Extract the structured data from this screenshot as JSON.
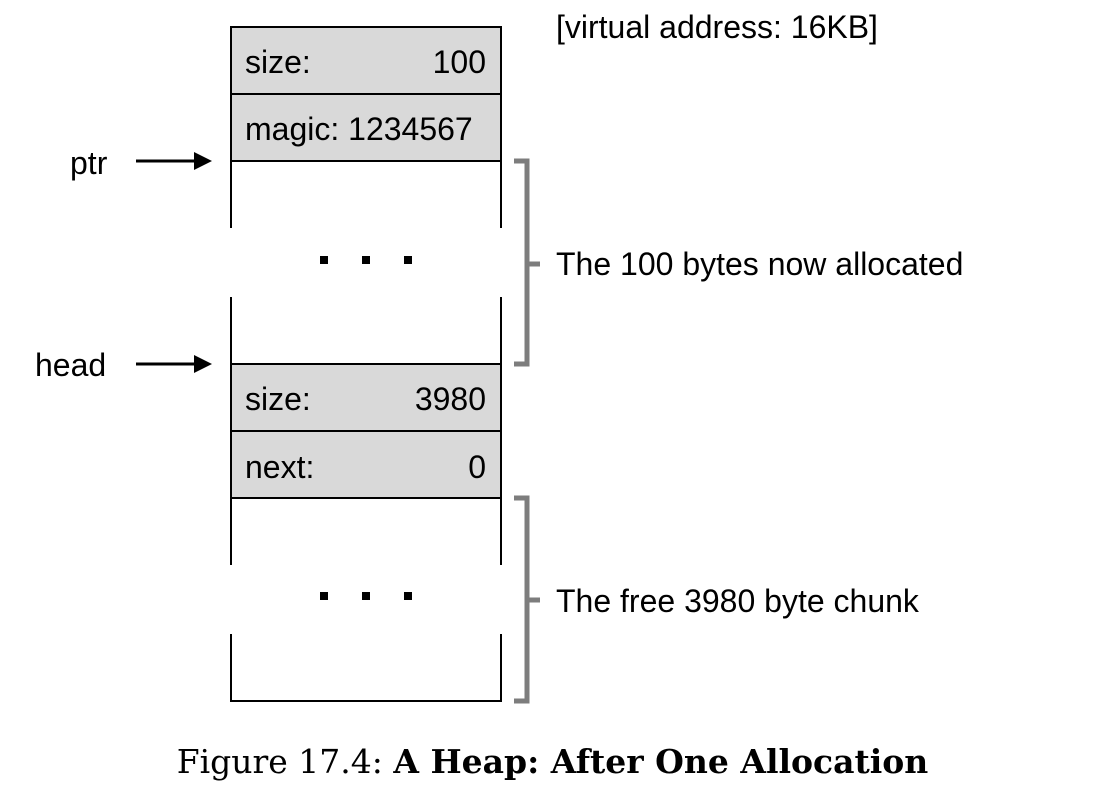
{
  "address_label": "[virtual address: 16KB]",
  "header_used": {
    "size_key": "size:",
    "size_value": "100",
    "magic_label": "magic: 1234567"
  },
  "pointers": {
    "ptr": "ptr",
    "head": "head"
  },
  "free_header": {
    "size_key": "size:",
    "size_value": "3980",
    "next_key": "next:",
    "next_value": "0"
  },
  "ellipsis": "...",
  "brackets": {
    "allocated": "The 100 bytes now allocated",
    "free": "The free 3980 byte chunk"
  },
  "caption": {
    "prefix": "Figure 17.4:",
    "title": "A Heap: After One Allocation"
  }
}
